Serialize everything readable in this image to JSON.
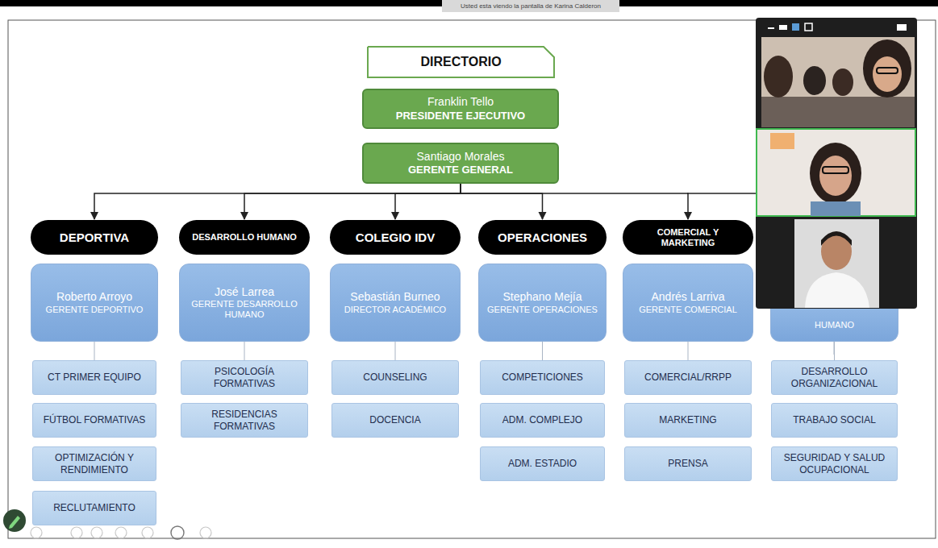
{
  "diagram": {
    "nodes": [
      {
        "text": [
          "DIRECTORIO"
        ]
      },
      {
        "text": [
          "Franklin Tello",
          "PRESIDENTE EJECUTIVO"
        ]
      },
      {
        "text": [
          "Santiago Morales",
          "GERENTE GENERAL"
        ]
      },
      {
        "text": [
          "DEPORTIVA"
        ]
      },
      {
        "text": [
          "Roberto Arroyo",
          "GERENTE DEPORTIVO"
        ]
      },
      {
        "text": [
          "CT PRIMER EQUIPO"
        ]
      },
      {
        "text": [
          "FÚTBOL FORMATIVAS"
        ]
      },
      {
        "text": [
          "OPTIMIZACIÓN Y RENDIMIENTO"
        ]
      },
      {
        "text": [
          "RECLUTAMIENTO"
        ]
      },
      {
        "text": [
          "DESARROLLO HUMANO"
        ]
      },
      {
        "text": [
          "José Larrea",
          "GERENTE DESARROLLO HUMANO"
        ]
      },
      {
        "text": [
          "PSICOLOGÍA FORMATIVAS"
        ]
      },
      {
        "text": [
          "RESIDENCIAS FORMATIVAS"
        ]
      },
      {
        "text": [
          "COLEGIO IDV"
        ]
      },
      {
        "text": [
          "Sebastián Burneo",
          "DIRECTOR ACADÉMICO"
        ]
      },
      {
        "text": [
          "COUNSELING"
        ]
      },
      {
        "text": [
          "DOCENCIA"
        ]
      },
      {
        "text": [
          "OPERACIONES"
        ]
      },
      {
        "text": [
          "Stephano Mejía",
          "GERENTE OPERACIONES"
        ]
      },
      {
        "text": [
          "COMPETICIONES"
        ]
      },
      {
        "text": [
          "ADM. COMPLEJO"
        ]
      },
      {
        "text": [
          "ADM. ESTADIO"
        ]
      },
      {
        "text": [
          "COMERCIAL Y MARKETING"
        ]
      },
      {
        "text": [
          "Andrés Larriva",
          "GERENTE COMERCIAL"
        ]
      },
      {
        "text": [
          "COMERCIAL/RRPP"
        ]
      },
      {
        "text": [
          "MARKETING"
        ]
      },
      {
        "text": [
          "PRENSA"
        ]
      },
      {
        "text": [
          "HUMANO"
        ]
      },
      {
        "text": [
          "DESARROLLO ORGANIZACIONAL"
        ]
      },
      {
        "text": [
          "TRABAJO SOCIAL"
        ]
      },
      {
        "text": [
          "SEGURIDAD Y SALUD OCUPACIONAL"
        ]
      }
    ],
    "edges": [
      {
        "from": 2,
        "to": 3,
        "arrow": "to"
      },
      {
        "from": 2,
        "to": 9,
        "arrow": "to"
      },
      {
        "from": 2,
        "to": 13,
        "arrow": "to"
      },
      {
        "from": 2,
        "to": 17,
        "arrow": "to"
      },
      {
        "from": 2,
        "to": 22,
        "arrow": "to"
      },
      {
        "from": 4,
        "to": 5,
        "arrow": "none"
      },
      {
        "from": 10,
        "to": 11,
        "arrow": "none"
      },
      {
        "from": 14,
        "to": 15,
        "arrow": "none"
      },
      {
        "from": 18,
        "to": 19,
        "arrow": "none"
      },
      {
        "from": 23,
        "to": 24,
        "arrow": "none"
      },
      {
        "from": 27,
        "to": 28,
        "arrow": "none"
      }
    ],
    "labels": [
      "Usted esta viendo la pantalla de Karina Calderon"
    ]
  }
}
